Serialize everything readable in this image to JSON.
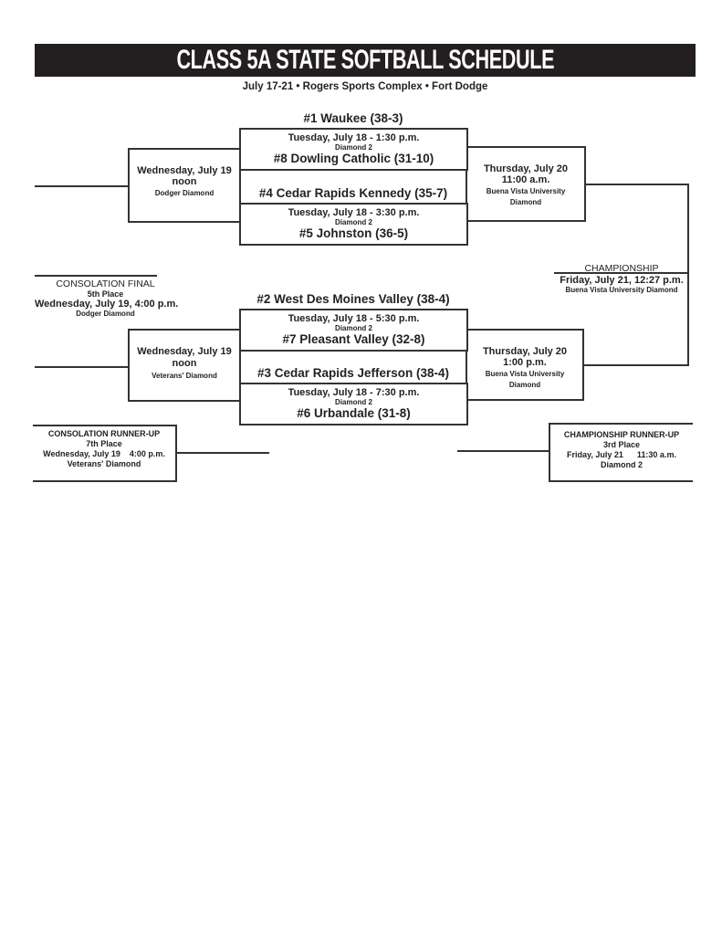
{
  "title": "CLASS 5A STATE SOFTBALL SCHEDULE",
  "subtitle": "July 17-21 •  Rogers Sports Complex • Fort Dodge",
  "games": [
    {
      "top_team": "#1 Waukee (38-3)",
      "time": "Tuesday, July 18 - 1:30 p.m.",
      "venue": "Diamond 2",
      "bottom_team": "#8 Dowling Catholic (31-10)"
    },
    {
      "top_team": "#4 Cedar Rapids Kennedy (35-7)",
      "time": "Tuesday, July 18 - 3:30 p.m.",
      "venue": "Diamond 2",
      "bottom_team": "#5 Johnston (36-5)"
    },
    {
      "top_team": "#2 West Des Moines Valley (38-4)",
      "time": "Tuesday, July 18 - 5:30 p.m.",
      "venue": "Diamond 2",
      "bottom_team": "#7 Pleasant Valley (32-8)"
    },
    {
      "top_team": "#3 Cedar Rapids Jefferson (38-4)",
      "time": "Tuesday, July 18 - 7:30 p.m.",
      "venue": "Diamond 2",
      "bottom_team": "#6 Urbandale (31-8)"
    }
  ],
  "consolation_semis": [
    {
      "date": "Wednesday, July 19",
      "time": "noon",
      "venue": "Dodger Diamond"
    },
    {
      "date": "Wednesday, July 19",
      "time": "noon",
      "venue": "Veterans' Diamond"
    }
  ],
  "semis": [
    {
      "date": "Thursday, July 20",
      "time": "11:00 a.m.",
      "venue1": "Buena Vista University",
      "venue2": "Diamond"
    },
    {
      "date": "Thursday, July 20",
      "time": "1:00 p.m.",
      "venue1": "Buena Vista University",
      "venue2": "Diamond"
    }
  ],
  "championship": {
    "label": "CHAMPIONSHIP",
    "time": "Friday, July 21, 12:27 p.m.",
    "venue": "Buena Vista University Diamond"
  },
  "consolation_final": {
    "label": "CONSOLATION FINAL",
    "place": "5th Place",
    "time": "Wednesday, July 19, 4:00 p.m.",
    "venue": "Dodger Diamond"
  },
  "consolation_runner_up": {
    "label": "CONSOLATION RUNNER-UP",
    "place": "7th Place",
    "time": "Wednesday, July 19    4:00 p.m.",
    "venue": "Veterans' Diamond"
  },
  "championship_runner_up": {
    "label": "CHAMPIONSHIP RUNNER-UP",
    "place": "3rd Place",
    "time": "Friday, July 21      11:30 a.m.",
    "venue": "Diamond 2"
  }
}
